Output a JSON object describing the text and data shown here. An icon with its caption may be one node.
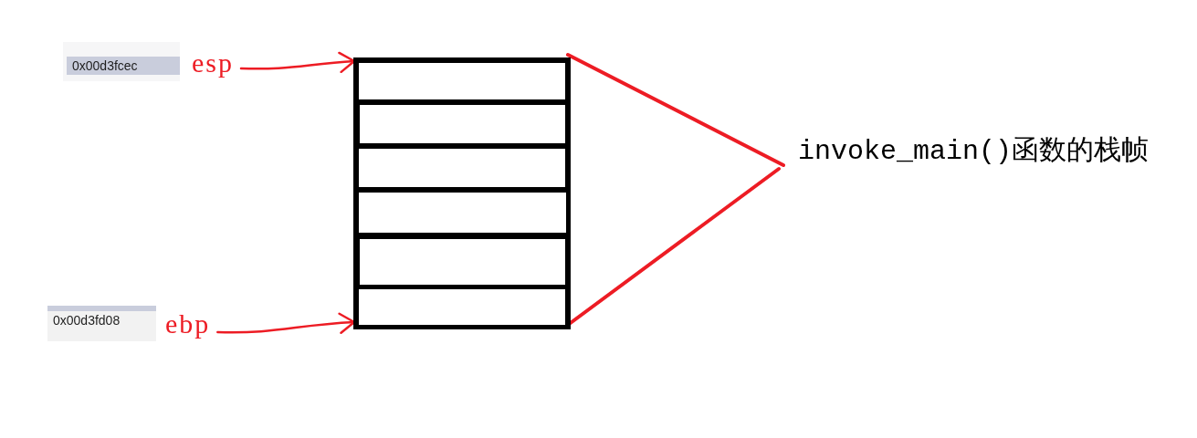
{
  "diagram": {
    "nodes": [
      {
        "text": [
          "0x00d3fcec"
        ]
      },
      {
        "text": [
          "esp"
        ]
      },
      {
        "text": [],
        "shape": "box"
      },
      {
        "text": [],
        "shape": "box",
        "in": 2
      },
      {
        "text": [],
        "shape": "box",
        "in": 2
      },
      {
        "text": [],
        "shape": "box",
        "in": 2
      },
      {
        "text": [],
        "shape": "box",
        "in": 2
      },
      {
        "text": [],
        "shape": "box",
        "in": 2
      },
      {
        "text": [],
        "shape": "box",
        "in": 2
      },
      {
        "text": [
          "0x00d3fd08"
        ]
      },
      {
        "text": [
          "ebp"
        ]
      }
    ],
    "edges": [
      {
        "from": 1,
        "to": 3,
        "arrow": "to"
      },
      {
        "from": 10,
        "to": 8,
        "arrow": "to"
      }
    ],
    "labels": [
      "invoke_main()函数的栈帧"
    ]
  }
}
